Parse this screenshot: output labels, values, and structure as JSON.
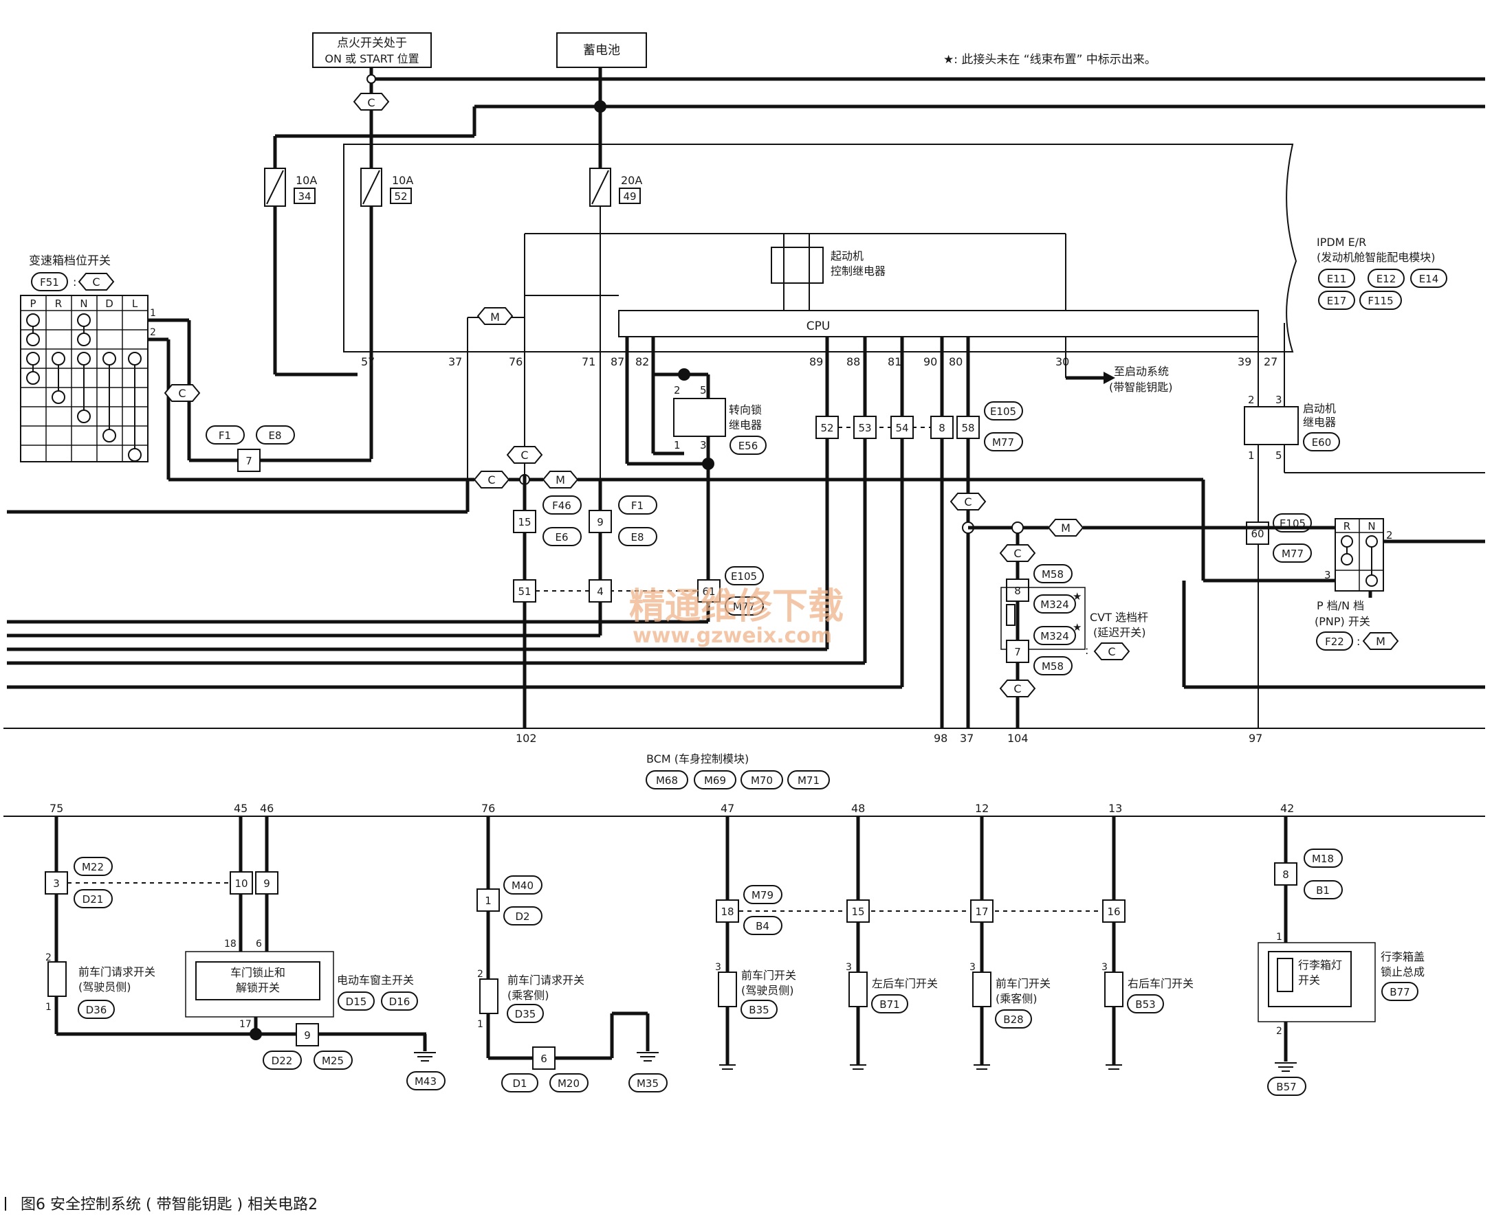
{
  "title_ign": "点火开关处于",
  "title_ign2": "ON 或 START 位置",
  "battery": "蓄电池",
  "note": "★: 此接头未在 “线束布置” 中标示出来。",
  "fuses": [
    {
      "amp": "10A",
      "num": "34"
    },
    {
      "amp": "10A",
      "num": "52"
    },
    {
      "amp": "20A",
      "num": "49"
    }
  ],
  "ipdm_label1": "IPDM E/R",
  "ipdm_label2": "(发动机舱智能配电模块)",
  "ipdm_conns": [
    "E11",
    "E12",
    "E14",
    "E17",
    "F115"
  ],
  "starter_ctrl_relay": [
    "起动机",
    "控制继电器"
  ],
  "cpu": "CPU",
  "to_start": [
    "至启动系统",
    "(带智能钥匙)"
  ],
  "starter_relay": [
    "启动机",
    "继电器"
  ],
  "starter_relay_conn": "E60",
  "steer_lock": [
    "转向锁",
    "继电器"
  ],
  "steer_lock_conn": "E56",
  "trans_switch": "变速箱档位开关",
  "trans_conn": "F51",
  "prndl": [
    "P",
    "R",
    "N",
    "D",
    "L"
  ],
  "ipdm_pins": [
    "57",
    "37",
    "76",
    "71",
    "87",
    "82",
    "89",
    "88",
    "81",
    "90",
    "80",
    "30",
    "39",
    "27"
  ],
  "conn_letters": {
    "c": "C",
    "m": "M"
  },
  "misc_conns": [
    "F1",
    "E8",
    "F46",
    "E6",
    "F1",
    "E8",
    "E105",
    "M77",
    "E105",
    "M77",
    "E105",
    "M77",
    "M58",
    "M324",
    "M324",
    "M58"
  ],
  "junction_nums": [
    "7",
    "15",
    "9",
    "51",
    "4",
    "61",
    "52",
    "53",
    "54",
    "8",
    "58",
    "60",
    "8",
    "7"
  ],
  "cvt": [
    "CVT 选档杆",
    "(延迟开关)"
  ],
  "pnp": [
    "P 档/N 档",
    "(PNP) 开关"
  ],
  "pnp_conn": "F22",
  "pnp_pins": [
    "R",
    "N",
    "2",
    "3"
  ],
  "relay_pins": [
    "2",
    "5",
    "1",
    "3",
    "2",
    "3",
    "1",
    "5",
    "1",
    "2"
  ],
  "bcm_pins_top": [
    "102",
    "98",
    "37",
    "104",
    "97"
  ],
  "bcm": "BCM (车身控制模块)",
  "bcm_conns": [
    "M68",
    "M69",
    "M70",
    "M71"
  ],
  "bcm_pins_bottom": [
    "75",
    "45",
    "46",
    "76",
    "47",
    "48",
    "12",
    "13",
    "42"
  ],
  "bottom_conns": [
    "M22",
    "D21",
    "M40",
    "D2",
    "M79",
    "B4",
    "M18",
    "B1",
    "D22",
    "M25",
    "M43",
    "D1",
    "M20",
    "M35",
    "B57"
  ],
  "bottom_nums": [
    "3",
    "10",
    "9",
    "1",
    "18",
    "15",
    "17",
    "16",
    "8",
    "18",
    "6",
    "17",
    "9",
    "6"
  ],
  "sw_front_req_drv": [
    "前车门请求开关",
    "(驾驶员侧)"
  ],
  "sw_front_req_drv_conn": "D36",
  "door_lock_sw": [
    "车门锁止和",
    "解锁开关"
  ],
  "power_window": "电动车窗主开关",
  "power_window_conns": [
    "D15",
    "D16"
  ],
  "sw_front_req_pass": [
    "前车门请求开关",
    "(乘客侧)"
  ],
  "sw_front_req_pass_conn": "D35",
  "sw_front_door_drv": [
    "前车门开关",
    "(驾驶员侧)"
  ],
  "sw_front_door_drv_conn": "B35",
  "sw_rear_left": "左后车门开关",
  "sw_rear_left_conn": "B71",
  "sw_front_door_pass": [
    "前车门开关",
    "(乘客侧)"
  ],
  "sw_front_door_pass_conn": "B28",
  "sw_rear_right": "右后车门开关",
  "sw_rear_right_conn": "B53",
  "trunk_lamp": [
    "行李箱灯",
    "开关"
  ],
  "trunk_assy": [
    "行李箱盖",
    "锁止总成"
  ],
  "trunk_conn": "B77",
  "small_pins": [
    "2",
    "1",
    "18",
    "6",
    "17",
    "2",
    "1",
    "3",
    "3",
    "3",
    "3",
    "1",
    "2"
  ],
  "watermark1": "精通维修下载",
  "watermark2": "www.gzweix.com",
  "caption": "图6   安全控制系统 ( 带智能钥匙 ) 相关电路2"
}
